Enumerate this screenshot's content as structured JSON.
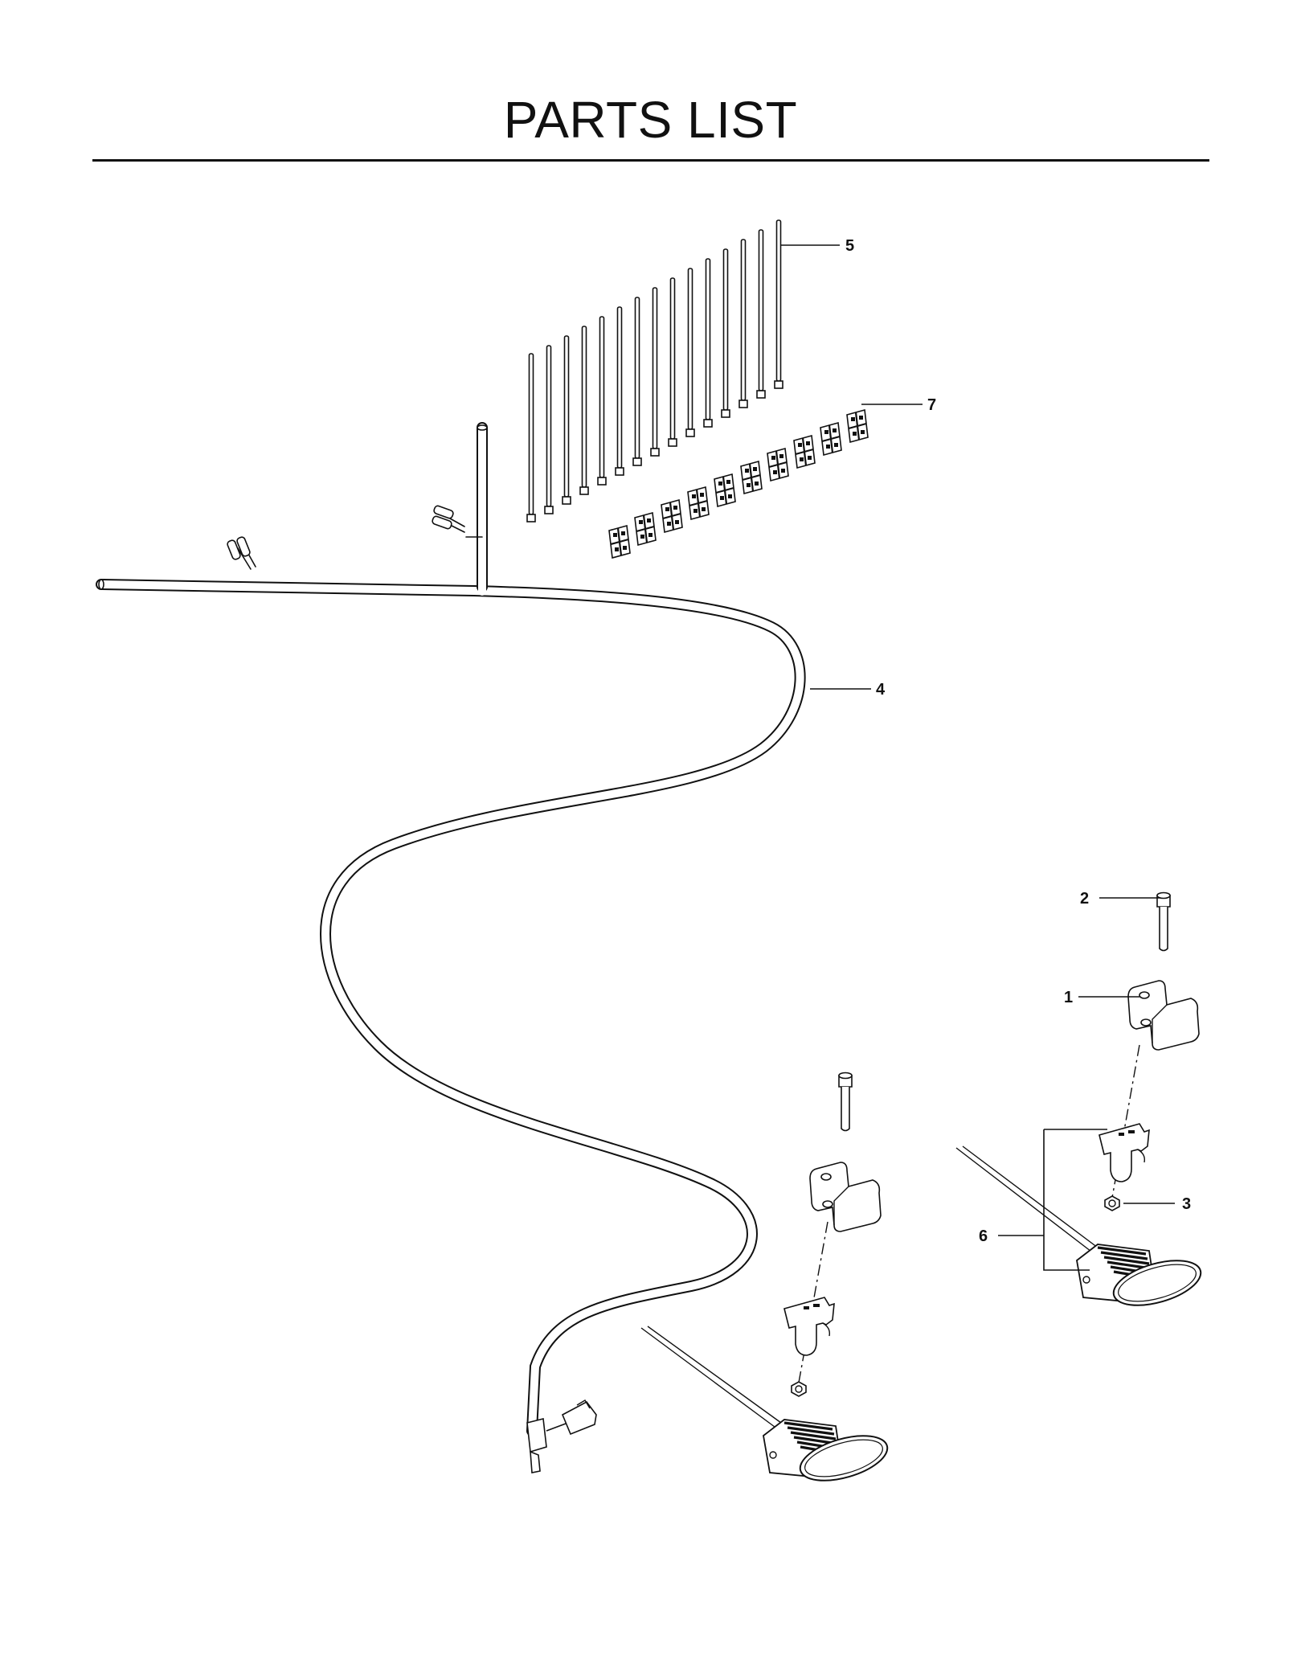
{
  "page": {
    "title": "PARTS LIST"
  },
  "callouts": {
    "c1": "1",
    "c2": "2",
    "c3": "3",
    "c4": "4",
    "c5": "5",
    "c6": "6",
    "c7": "7"
  },
  "illustration": {
    "parts": [
      "cable-ties",
      "mounting-pads",
      "wiring-harness",
      "bolt",
      "bracket",
      "lock-nut",
      "work-light-assembly"
    ]
  }
}
